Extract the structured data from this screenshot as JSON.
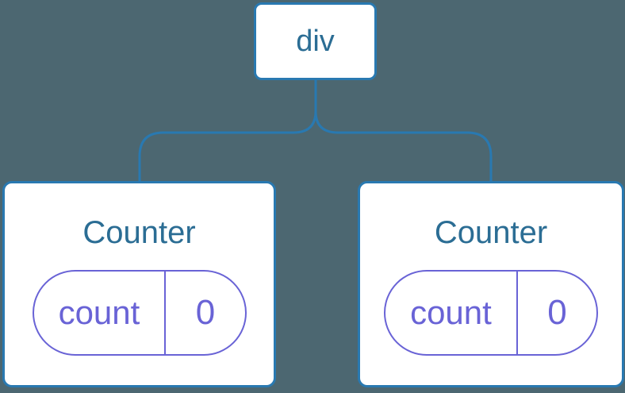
{
  "diagram": {
    "type": "component-tree",
    "colors": {
      "background": "#4c6771",
      "connector": "#2979b1",
      "node_border": "#2979b1",
      "node_background": "#ffffff",
      "node_label": "#2b6d94",
      "state_accent": "#6963d6"
    },
    "root": {
      "label": "div"
    },
    "children": [
      {
        "title": "Counter",
        "state": {
          "key": "count",
          "value": "0"
        }
      },
      {
        "title": "Counter",
        "state": {
          "key": "count",
          "value": "0"
        }
      }
    ]
  }
}
